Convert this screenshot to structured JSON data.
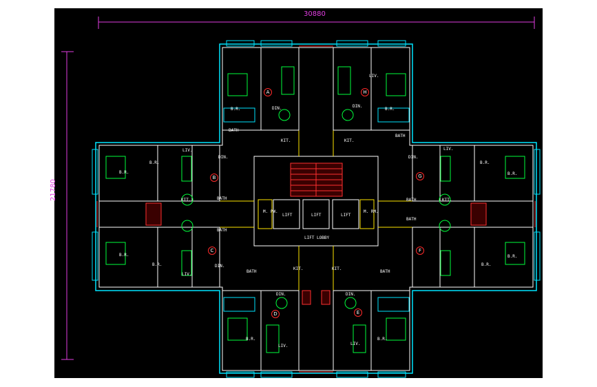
{
  "dimensions": {
    "width": "30880",
    "height": "21780"
  },
  "colors": {
    "background": "#000000",
    "wall": "#ffffff",
    "window": "#00e5ff",
    "fixture": "#00ff3c",
    "grid": "#ffe600",
    "door": "#ff2a2a",
    "dimension": "#e23ee2",
    "stair": "#ff3030"
  },
  "units": [
    "A",
    "B",
    "C",
    "D",
    "E",
    "F",
    "G",
    "H"
  ],
  "labels": {
    "br": "B.R.",
    "bath": "BATH",
    "kit": "KIT.",
    "din": "DIN.",
    "liv": "LIV.",
    "lift": "LIFT",
    "lift_lobby": "LIFT LOBBY",
    "m_rm": "M. RM.",
    "m_pw": "M. PW."
  }
}
